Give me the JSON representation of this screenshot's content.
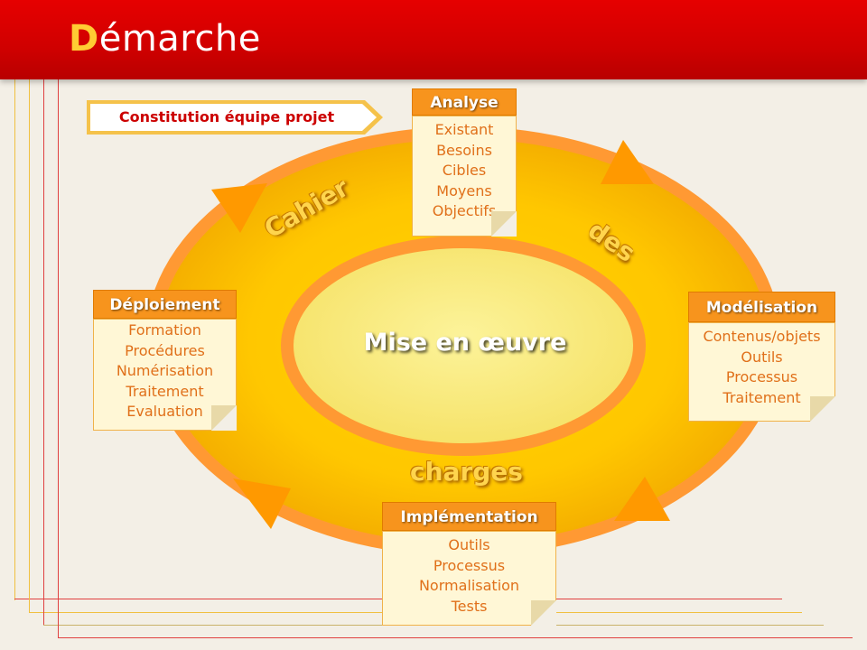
{
  "slide": {
    "title_first_letter": "D",
    "title_rest": "émarche"
  },
  "colors": {
    "header_red": "#d40000",
    "title_accent": "#ffcc33",
    "ring_orange": "#ff9933",
    "ring_yellow": "#ffc900",
    "center_fill": "#fbeb7a",
    "box_header_orange": "#f7941d",
    "box_text_orange": "#e0701a",
    "banner_text_red": "#cc0000"
  },
  "banner": {
    "label": "Constitution équipe projet"
  },
  "ring_words": {
    "w1": "Cahier",
    "w2": "des",
    "w3": "charges"
  },
  "center": {
    "label": "Mise en œuvre"
  },
  "boxes": {
    "analyse": {
      "title": "Analyse",
      "items": [
        "Existant",
        "Besoins",
        "Cibles",
        "Moyens",
        "Objectifs"
      ]
    },
    "modelisation": {
      "title": "Modélisation",
      "items": [
        "Contenus/objets",
        "Outils",
        "Processus",
        "Traitement"
      ]
    },
    "implementation": {
      "title": "Implémentation",
      "items": [
        "Outils",
        "Processus",
        "Normalisation",
        "Tests"
      ]
    },
    "deploiement": {
      "title": "Déploiement",
      "items": [
        "Formation",
        "Procédures",
        "Numérisation",
        "Traitement",
        "Evaluation"
      ]
    }
  },
  "icons": {
    "cycle_arrows": "triangle-arrow-icon",
    "page_fold": "page-fold-icon"
  }
}
